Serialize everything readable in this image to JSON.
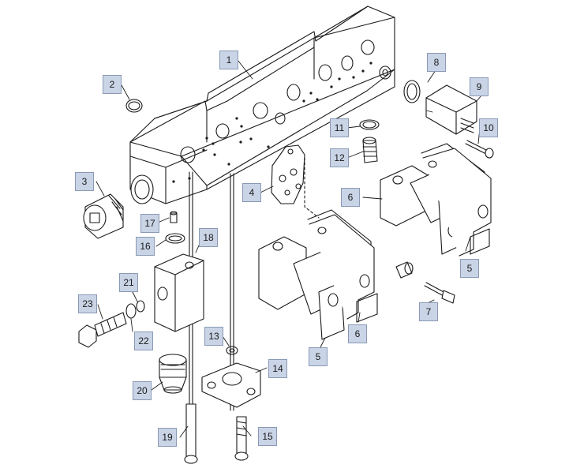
{
  "diagram": {
    "type": "exploded-parts-diagram",
    "callouts": {
      "c1": "1",
      "c2": "2",
      "c3": "3",
      "c4": "4",
      "c5a": "5",
      "c5b": "5",
      "c6a": "6",
      "c6b": "6",
      "c7": "7",
      "c8": "8",
      "c9": "9",
      "c10": "10",
      "c11": "11",
      "c12": "12",
      "c13": "13",
      "c14": "14",
      "c15": "15",
      "c16": "16",
      "c17": "17",
      "c18": "18",
      "c19": "19",
      "c20": "20",
      "c21": "21",
      "c22": "22",
      "c23": "23"
    }
  },
  "colors": {
    "line": "#1a1a1a",
    "fill": "#ffffff",
    "shade": "#e9e9e9",
    "callout_bg": "#c9d4e6",
    "callout_border": "#8a9ab5"
  }
}
